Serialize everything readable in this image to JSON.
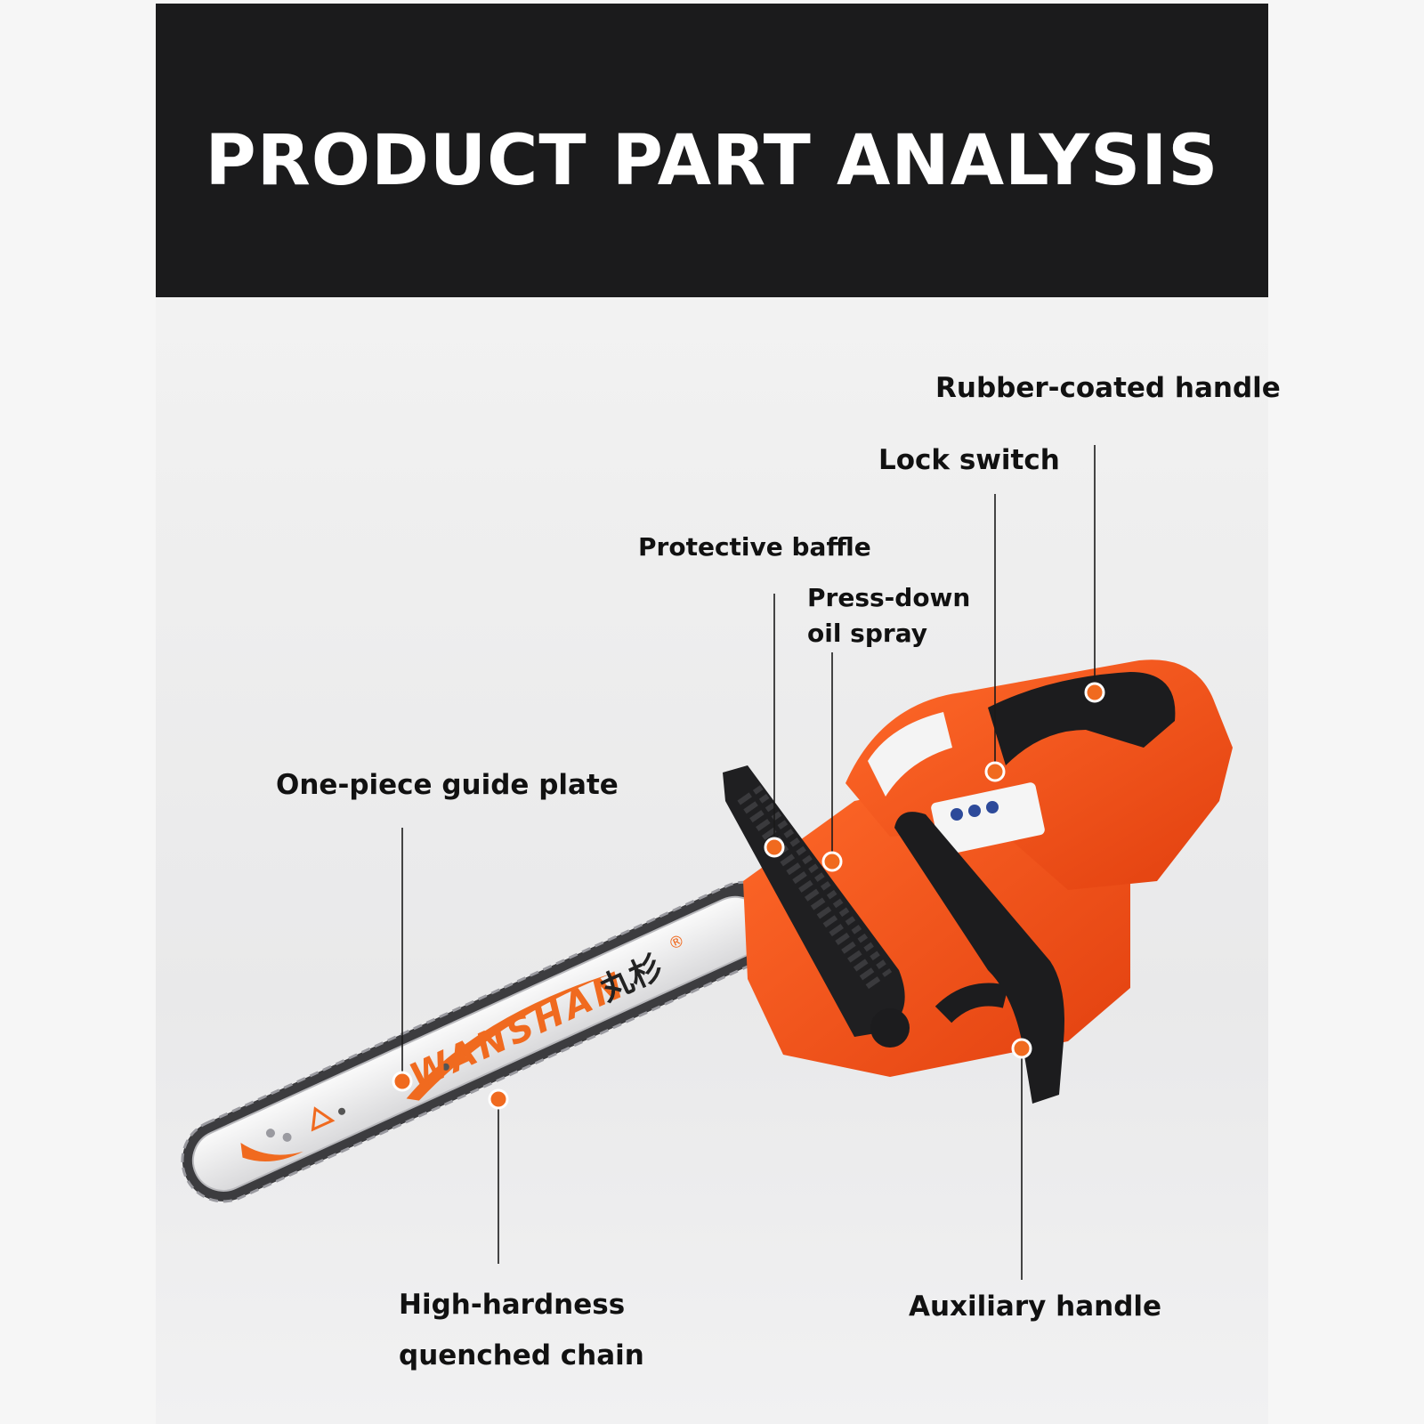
{
  "header": {
    "title": "PRODUCT PART ANALYSIS"
  },
  "labels": {
    "rubber_handle": "Rubber-coated handle",
    "lock_switch": "Lock switch",
    "protective_baffle": "Protective baffle",
    "oil_spray_line1": "Press-down",
    "oil_spray_line2": "oil spray",
    "guide_plate": "One-piece guide plate",
    "chain_line1": "High-hardness",
    "chain_line2": "quenched chain",
    "aux_handle": "Auxiliary handle"
  },
  "product": {
    "bar_brand": "WANSHAN",
    "bar_brand_cn": "丸杉",
    "registered_mark": "®"
  },
  "colors": {
    "header_bg": "#1b1b1c",
    "body_orange": "#f0521c",
    "marker_orange": "#f06a1f",
    "handle_black": "#1c1c1e",
    "bar_silver": "#e9e9ea"
  },
  "icons": {
    "callout_marker": "orange-dot-icon",
    "warning": "warning-triangle-icon"
  }
}
